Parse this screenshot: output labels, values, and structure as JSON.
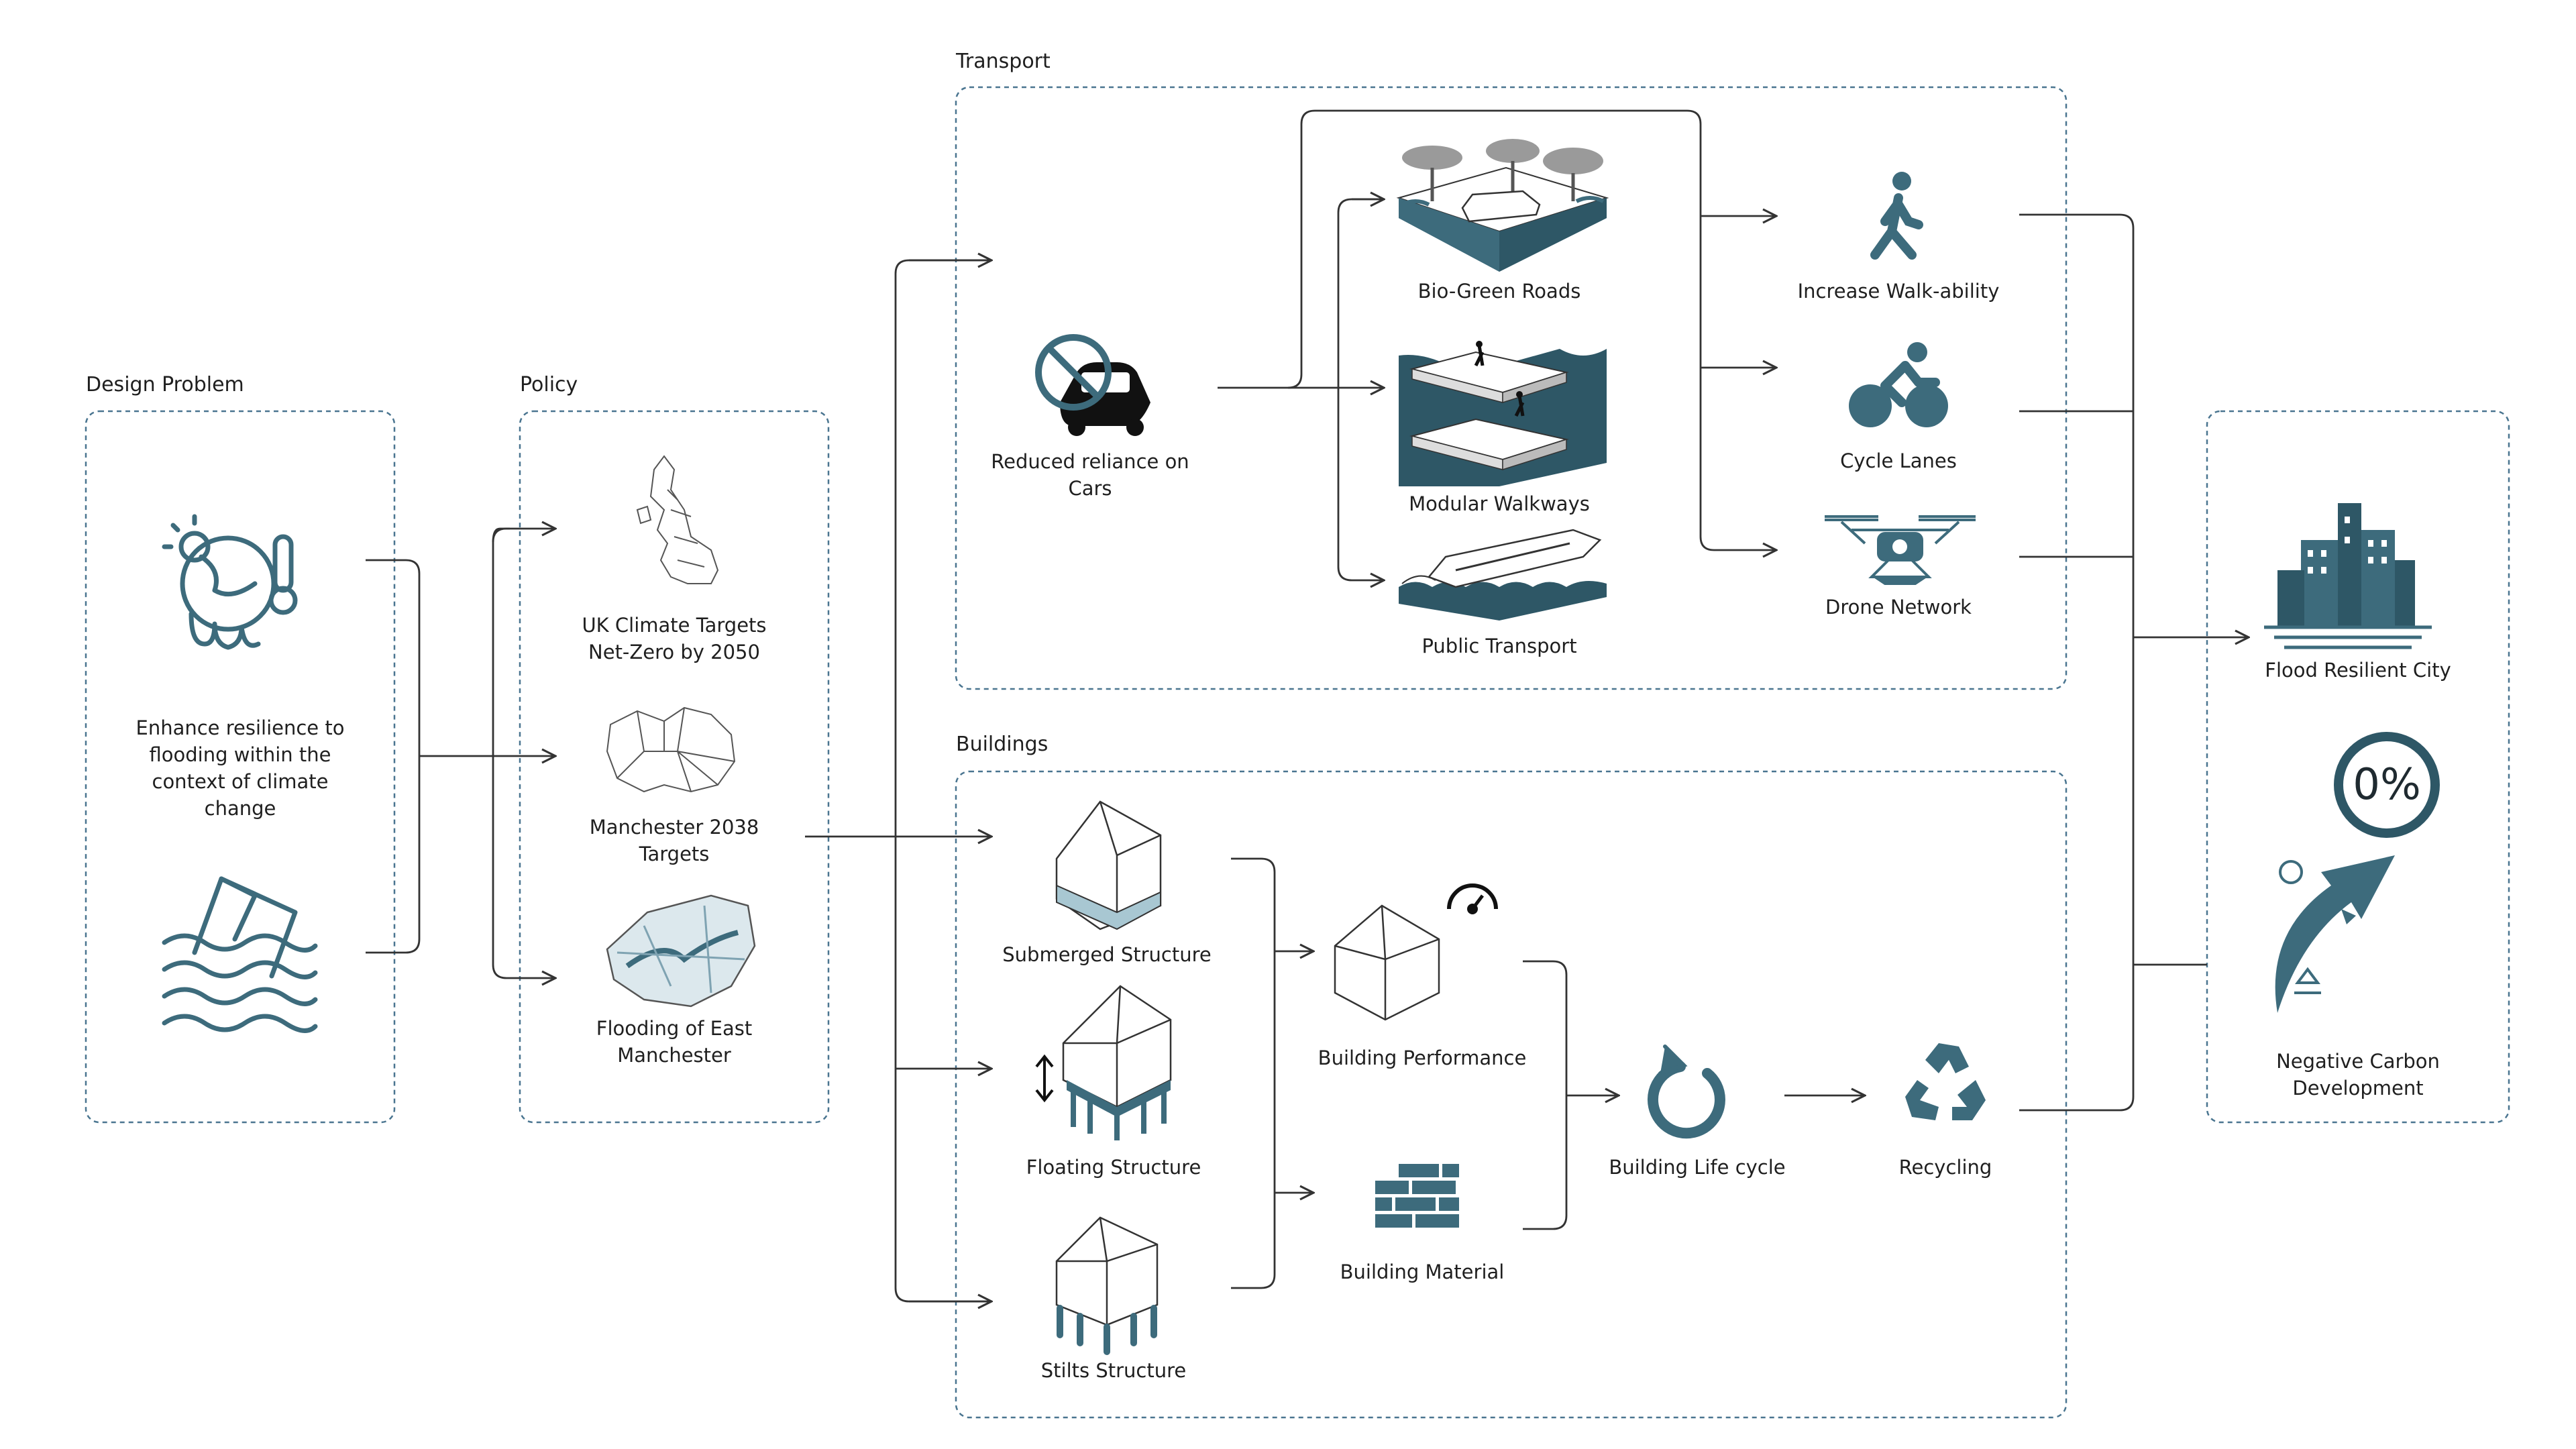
{
  "colors": {
    "accent": "#3d6b7c",
    "accent_dark": "#2e5766",
    "line": "#333333",
    "box_border": "#4a7590"
  },
  "sections": {
    "design_problem": "Design Problem",
    "policy": "Policy",
    "transport": "Transport",
    "buildings": "Buildings"
  },
  "nodes": {
    "design_problem": {
      "label": "Enhance resilience to\nflooding within the\ncontext of climate\nchange",
      "icons": [
        "melting-earth-icon",
        "flooded-house-icon"
      ]
    },
    "uk_targets": {
      "label": "UK Climate Targets\nNet-Zero by 2050",
      "icon": "uk-map-icon"
    },
    "manchester_targets": {
      "label": "Manchester 2038\nTargets",
      "icon": "manchester-map-icon"
    },
    "flooding_east": {
      "label": "Flooding of East\nManchester",
      "icon": "east-manchester-map-icon"
    },
    "reduced_cars": {
      "label": "Reduced reliance on\nCars",
      "icon": "no-car-icon"
    },
    "bio_green_roads": {
      "label": "Bio-Green Roads",
      "icon": "bio-green-road-icon"
    },
    "modular_walkways": {
      "label": "Modular Walkways",
      "icon": "modular-walkway-icon"
    },
    "public_transport": {
      "label": "Public Transport",
      "icon": "boat-transport-icon"
    },
    "walkability": {
      "label": "Increase Walk-ability",
      "icon": "walking-person-icon"
    },
    "cycle_lanes": {
      "label": "Cycle Lanes",
      "icon": "cyclist-icon"
    },
    "drone_network": {
      "label": "Drone Network",
      "icon": "drone-icon"
    },
    "submerged": {
      "label": "Submerged Structure",
      "icon": "submerged-house-icon"
    },
    "floating": {
      "label": "Floating Structure",
      "icon": "floating-house-icon"
    },
    "stilts": {
      "label": "Stilts Structure",
      "icon": "stilts-house-icon"
    },
    "building_performance": {
      "label": "Building Performance",
      "icon": "house-gauge-icon"
    },
    "building_material": {
      "label": "Building Material",
      "icon": "brick-wall-icon"
    },
    "life_cycle": {
      "label": "Building Life cycle",
      "icon": "cycle-arrow-icon"
    },
    "recycling": {
      "label": "Recycling",
      "icon": "recycle-icon"
    },
    "flood_city": {
      "label": "Flood Resilient City",
      "icon": "city-skyline-icon"
    },
    "negative_carbon": {
      "label": "Negative Carbon\nDevelopment",
      "badge": "0%",
      "icon": "rising-arrow-icon"
    }
  }
}
